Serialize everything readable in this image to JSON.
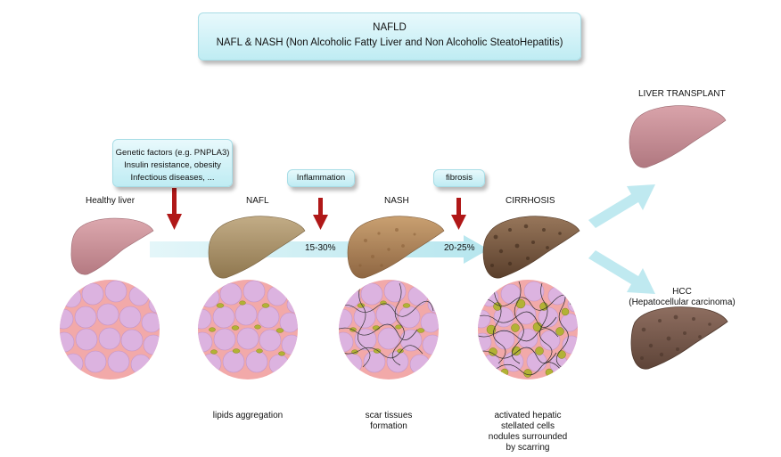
{
  "header": {
    "title": "NAFLD",
    "subtitle": "NAFL & NASH (Non Alcoholic Fatty Liver  and Non Alcoholic SteatoHepatitis)"
  },
  "factors": {
    "line1": "Genetic factors (e.g. PNPLA3)",
    "line2": "Insulin resistance, obesity",
    "line3": "Infectious diseases, ..."
  },
  "triggers": {
    "inflammation": "Inflammation",
    "fibrosis": "fibrosis"
  },
  "stages": {
    "healthy": "Healthy liver",
    "nafl": "NAFL",
    "nash": "NASH",
    "cirrhosis": "CIRRHOSIS",
    "transplant": "LIVER TRANSPLANT",
    "hcc_line1": "HCC",
    "hcc_line2": "(Hepatocellular carcinoma)"
  },
  "rates": {
    "nafl_to_nash": "15-30%",
    "nash_to_cirrhosis": "20-25%"
  },
  "captions": {
    "nafl_line1": "lipids aggregation",
    "nash_line1": "scar tissues",
    "nash_line2": "formation",
    "cirr_line1": "activated hepatic",
    "cirr_line2": "stellated cells",
    "cirr_line3": "nodules surrounded",
    "cirr_line4": "by scarring"
  },
  "colors": {
    "box_fill": "#c8eff5",
    "flow_arrow": "#bfe9f0",
    "trigger_arrow": "#b01818",
    "healthy_liver": "#c98e96",
    "nafl_liver": "#a88e66",
    "nash_liver": "#b08458",
    "cirrhosis_liver": "#7b5a40",
    "hcc_liver": "#7a5a4c",
    "cell_fill": "#dcb3e0",
    "tissue_pink": "#f0a6a6",
    "lipid_green": "#b2b235"
  },
  "icons": [
    "healthy-liver-icon",
    "nafl-liver-icon",
    "nash-liver-icon",
    "cirrhosis-liver-icon",
    "transplant-liver-icon",
    "hcc-liver-icon"
  ]
}
